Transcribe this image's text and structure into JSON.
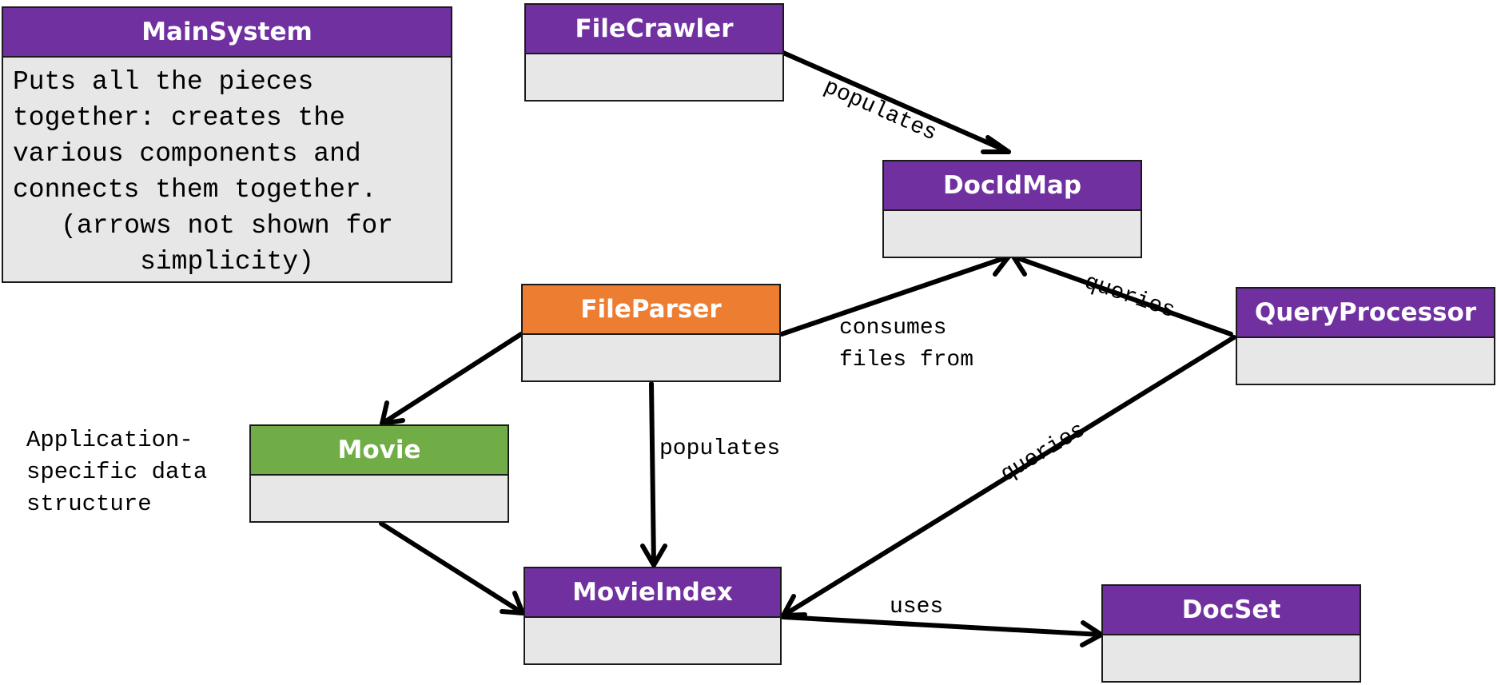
{
  "colors": {
    "purple_header": "#7030a0",
    "orange_header": "#ed7d31",
    "green_header": "#70ad47",
    "box_body": "#e7e7e7"
  },
  "classes": {
    "main_system": {
      "title": "MainSystem",
      "description": "Puts all the pieces together: creates the various components and connects them together.",
      "note": "(arrows not shown for simplicity)"
    },
    "file_crawler": {
      "title": "FileCrawler"
    },
    "doc_id_map": {
      "title": "DocIdMap"
    },
    "file_parser": {
      "title": "FileParser"
    },
    "query_processor": {
      "title": "QueryProcessor"
    },
    "movie": {
      "title": "Movie"
    },
    "movie_index": {
      "title": "MovieIndex"
    },
    "doc_set": {
      "title": "DocSet"
    }
  },
  "annotations": {
    "movie_note": "Application-\nspecific data\nstructure"
  },
  "relations": {
    "crawler_populates_docidmap": "populates",
    "parser_consumes_docidmap": "consumes\nfiles from",
    "processor_queries_docidmap": "queries",
    "processor_queries_movieindex": "queries",
    "parser_populates_movieindex": "populates",
    "movieindex_uses_docset": "uses"
  }
}
